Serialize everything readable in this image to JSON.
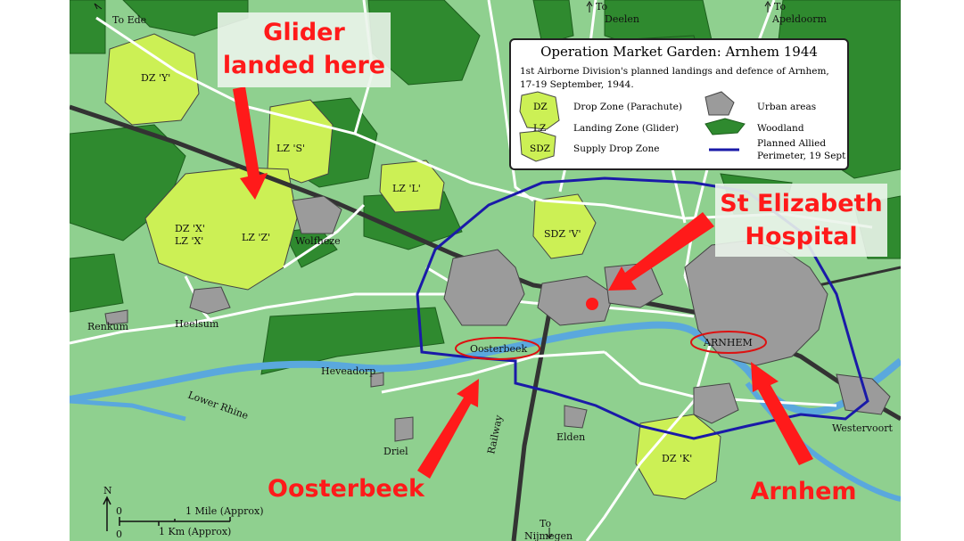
{
  "legend": {
    "title": "Operation Market Garden: Arnhem 1944",
    "subtitle_1": "1st Airborne Division's planned landings and defence of Arnhem,",
    "subtitle_2": "17-19 September, 1944.",
    "items": {
      "dz_abbr": "DZ",
      "dz_label": "Drop Zone (Parachute)",
      "lz_abbr": "LZ",
      "lz_label": "Landing Zone (Glider)",
      "sdz_abbr": "SDZ",
      "sdz_label": "Supply Drop Zone",
      "urban_label": "Urban areas",
      "woodland_label": "Woodland",
      "perimeter_label_1": "Planned Allied",
      "perimeter_label_2": "Perimeter, 19 Sept"
    }
  },
  "zones": {
    "dz_y": "DZ 'Y'",
    "lz_s": "LZ 'S'",
    "lz_l": "LZ 'L'",
    "dz_x": "DZ 'X'",
    "lz_x": "LZ 'X'",
    "lz_z": "LZ 'Z'",
    "sdz_v": "SDZ 'V'",
    "dz_k": "DZ 'K'"
  },
  "places": {
    "to_ede": "To Ede",
    "to_deelen_1": "To",
    "to_deelen_2": "Deelen",
    "to_apeldoorm_1": "To",
    "to_apeldoorm_2": "Apeldoorm",
    "wolfheze": "Wolfheze",
    "renkum": "Renkum",
    "heelsum": "Heelsum",
    "oosterbeek": "Oosterbeek",
    "arnhem": "ARNHEM",
    "heveadorp": "Heveadorp",
    "lower_rhine": "Lower Rhine",
    "railway": "Railway",
    "driel": "Driel",
    "elden": "Elden",
    "westervoort": "Westervoort",
    "to_nijmegen_1": "To",
    "to_nijmegen_2": "Nijmegen"
  },
  "scale": {
    "north": "N",
    "zero_a": "0",
    "mile": "1 Mile (Approx)",
    "zero_b": "0",
    "km": "1 Km (Approx)"
  },
  "callouts": {
    "glider_1": "Glider",
    "glider_2": "landed here",
    "hospital_1": "St Elizabeth",
    "hospital_2": "Hospital",
    "oosterbeek": "Oosterbeek",
    "arnhem": "Arnhem"
  },
  "colors": {
    "lightgreen": "#8fd08f",
    "woodland": "#2f8a2f",
    "zone": "#ccf055",
    "urban": "#9b9b9b",
    "river": "#5aa8dd",
    "perimeter": "#1a1aa8",
    "callout": "#ff1a1a"
  }
}
